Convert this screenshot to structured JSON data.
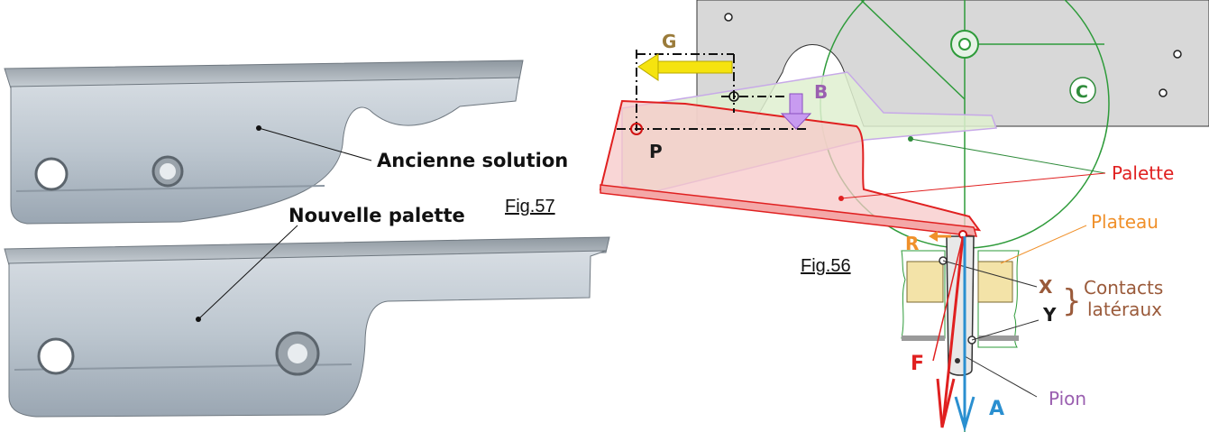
{
  "photo": {
    "label_old": "Ancienne solution",
    "label_new": "Nouvelle palette",
    "figure": "Fig.57"
  },
  "diagram": {
    "figure": "Fig.56",
    "labels": {
      "G": "G",
      "B": "B",
      "C": "C",
      "P": "P",
      "R": "R",
      "X": "X",
      "Y": "Y",
      "F": "F",
      "A": "A",
      "palette": "Palette",
      "plateau": "Plateau",
      "contacts_line1": "Contacts",
      "contacts_line2": "latéraux",
      "pion": "Pion"
    }
  },
  "colors": {
    "G": "#9a7b3a",
    "B": "#9a5fb0",
    "C": "#2e8b3a",
    "P": "#1a1a1a",
    "R": "#f0902a",
    "X": "#9a5a3a",
    "Y": "#1a1a1a",
    "F": "#e02020",
    "A": "#2a8fd0",
    "palette": "#e02020",
    "plateau": "#f0902a",
    "contacts": "#9a5a3a",
    "pion": "#9a5fb0"
  }
}
